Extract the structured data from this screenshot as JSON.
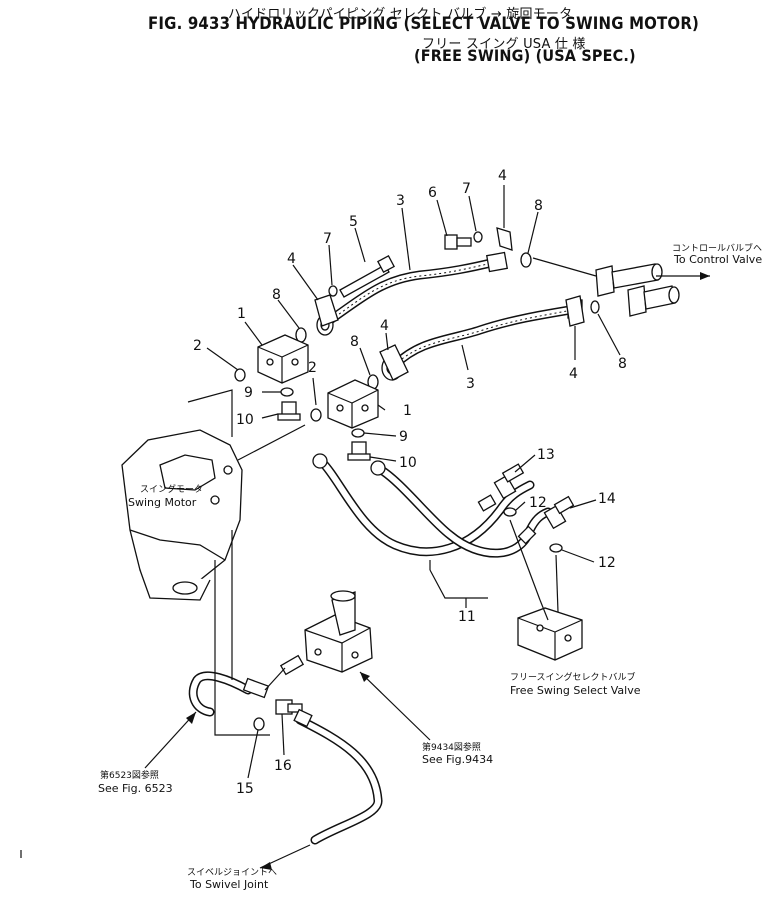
{
  "title": {
    "jp_line1": "ハイドロリックパイピング セレクト バルブ → 旋回モータ",
    "main": "FIG. 9433 HYDRAULIC PIPING (SELECT VALVE TO SWING MOTOR)",
    "jp_line2": "フリー スイング  USA 仕 様",
    "sub": "(FREE SWING) (USA SPEC.)"
  },
  "labels": {
    "swing_motor_jp": "スイングモータ",
    "swing_motor_en": "Swing Motor",
    "control_valve_jp": "コントロールバルブヘ",
    "control_valve_en": "To Control Valve",
    "select_valve_jp": "フリースイングセレクトバルブ",
    "select_valve_en": "Free Swing Select Valve",
    "fig9434_jp": "第9434図参照",
    "fig9434_en": "See Fig.9434",
    "fig6523_jp": "第6523図参照",
    "fig6523_en": "See Fig. 6523",
    "swivel_jp": "スイベルジョイントへ",
    "swivel_en": "To Swivel Joint"
  },
  "callouts": [
    {
      "n": "1"
    },
    {
      "n": "1"
    },
    {
      "n": "2"
    },
    {
      "n": "2"
    },
    {
      "n": "3"
    },
    {
      "n": "3"
    },
    {
      "n": "4"
    },
    {
      "n": "4"
    },
    {
      "n": "4"
    },
    {
      "n": "4"
    },
    {
      "n": "5"
    },
    {
      "n": "6"
    },
    {
      "n": "7"
    },
    {
      "n": "7"
    },
    {
      "n": "8"
    },
    {
      "n": "8"
    },
    {
      "n": "8"
    },
    {
      "n": "8"
    },
    {
      "n": "9"
    },
    {
      "n": "9"
    },
    {
      "n": "10"
    },
    {
      "n": "10"
    },
    {
      "n": "11"
    },
    {
      "n": "12"
    },
    {
      "n": "12"
    },
    {
      "n": "13"
    },
    {
      "n": "14"
    },
    {
      "n": "15"
    },
    {
      "n": "16"
    }
  ]
}
